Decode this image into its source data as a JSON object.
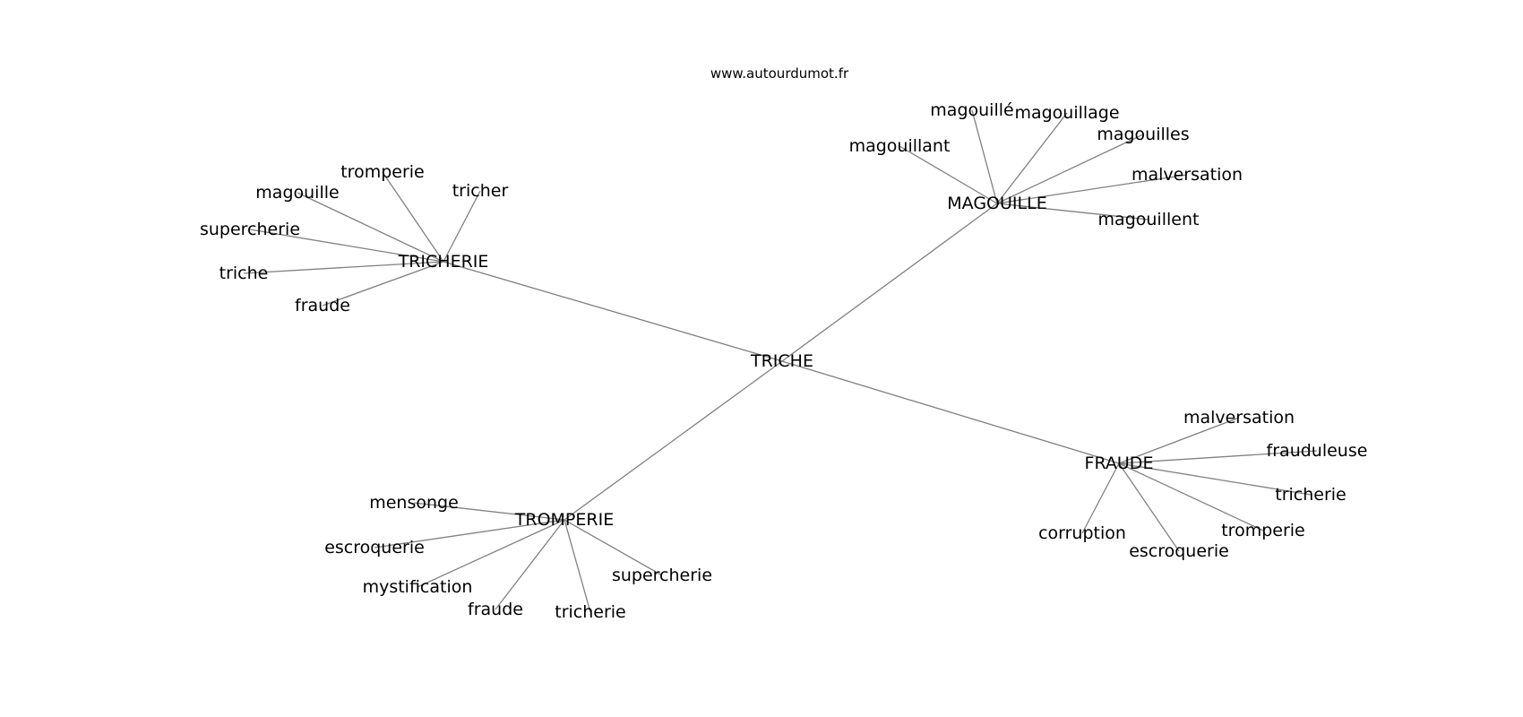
{
  "header": {
    "site": "www.autourdumot.fr"
  },
  "colors": {
    "background": "#ffffff",
    "edge": "#808080",
    "text": "#000000"
  },
  "graph": {
    "center": "TRICHE",
    "clusters": [
      {
        "label": "TRICHERIE",
        "leaves": [
          "tromperie",
          "tricher",
          "magouille",
          "supercherie",
          "triche",
          "fraude"
        ]
      },
      {
        "label": "MAGOUILLE",
        "leaves": [
          "magouillé",
          "magouillage",
          "magouilles",
          "magouillant",
          "malversation",
          "magouillent"
        ]
      },
      {
        "label": "TROMPERIE",
        "leaves": [
          "mensonge",
          "escroquerie",
          "mystification",
          "fraude",
          "tricherie",
          "supercherie"
        ]
      },
      {
        "label": "FRAUDE",
        "leaves": [
          "malversation",
          "frauduleuse",
          "tricherie",
          "tromperie",
          "escroquerie",
          "corruption"
        ]
      }
    ]
  }
}
